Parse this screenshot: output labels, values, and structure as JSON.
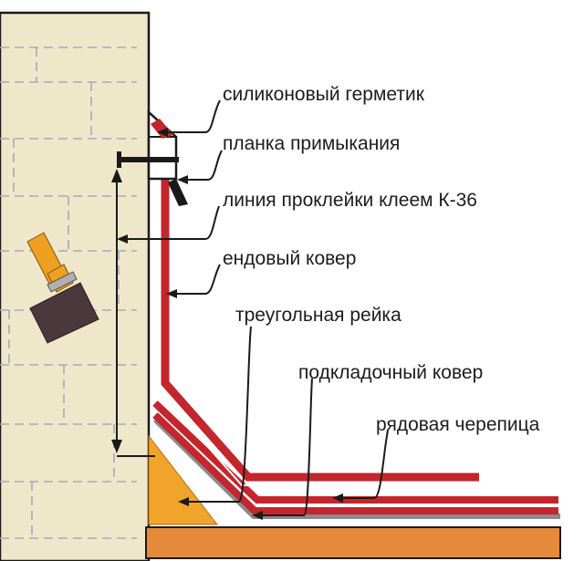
{
  "labels": {
    "sealant": "силиконовый герметик",
    "flashing": "планка примыкания",
    "glue_line": "линия проклейки клеем К-36",
    "valley_carpet": "ендовый ковер",
    "triangular_batten": "треугольная рейка",
    "underlay_carpet": "подкладочный ковер",
    "ordinary_shingles": "рядовая черепица"
  },
  "colors": {
    "wall": "#efe7c9",
    "wall_dash": "#a8a8bb",
    "valley_carpet": "#c3262c",
    "underlay": "#8c8a8e",
    "batten": "#f1a42a",
    "deck": "#e58a3a",
    "brush_handle": "#f0a020",
    "brush_head": "#4a383c",
    "outline": "#1a1a1a"
  },
  "icons": {
    "brush": "paint-brush-icon"
  }
}
